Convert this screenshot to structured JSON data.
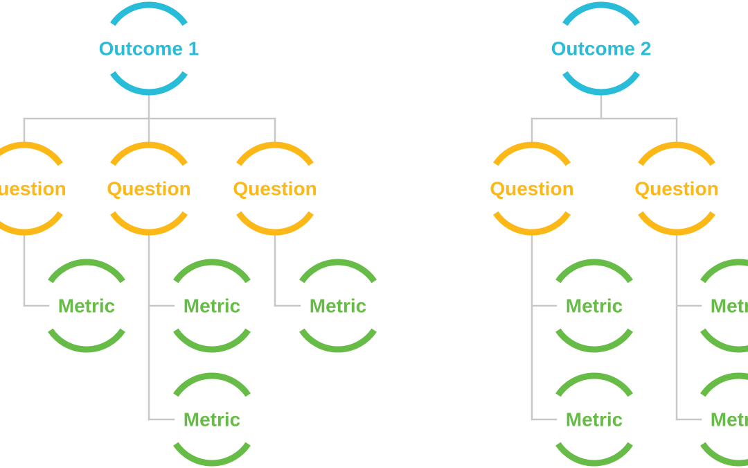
{
  "colors": {
    "outcome": "#29BCD8",
    "question": "#FBB817",
    "metric": "#66BC46",
    "connector": "#C8C8C8",
    "background": "#FFFFFF"
  },
  "trees": [
    {
      "outcome": "Outcome 1",
      "questions": [
        {
          "label": "Question",
          "metrics": [
            "Metric"
          ]
        },
        {
          "label": "Question",
          "metrics": [
            "Metric",
            "Metric"
          ]
        },
        {
          "label": "Question",
          "metrics": [
            "Metric"
          ]
        }
      ]
    },
    {
      "outcome": "Outcome 2",
      "questions": [
        {
          "label": "Question",
          "metrics": [
            "Metric",
            "Metric"
          ]
        },
        {
          "label": "Question",
          "metrics": [
            "Metric",
            "Metric"
          ]
        }
      ]
    }
  ]
}
